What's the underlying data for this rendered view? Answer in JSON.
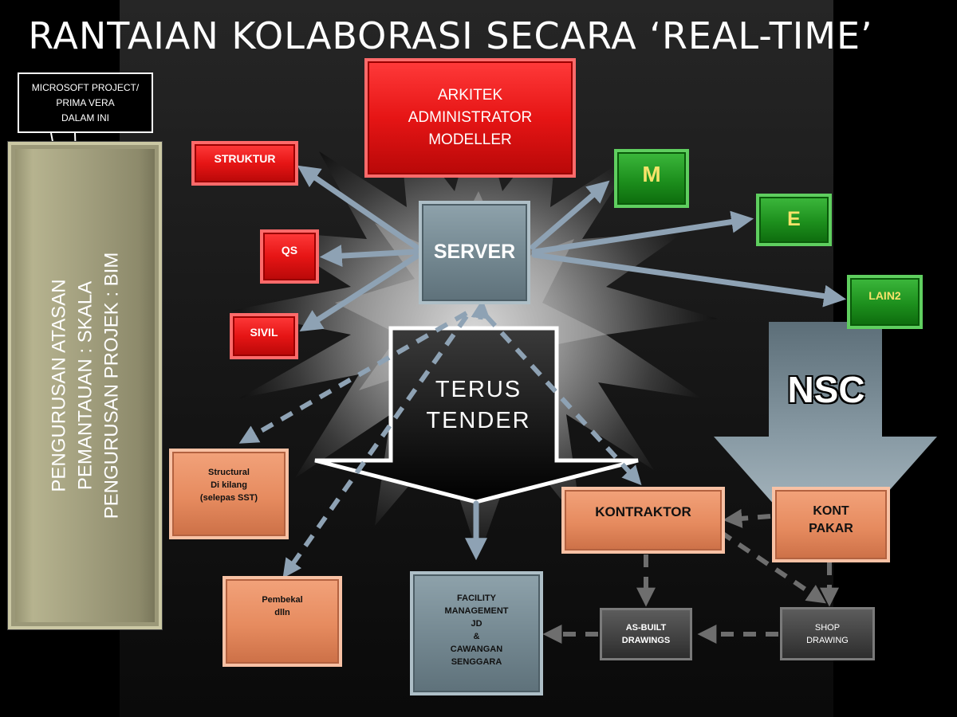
{
  "title": "RANTAIAN KOLABORASI SECARA ‘REAL-TIME’",
  "callout": {
    "lines": [
      "MICROSOFT PROJECT/",
      "PRIMA VERA",
      "DALAM INI"
    ]
  },
  "left_bar": {
    "lines": [
      "PENGURUSAN ATASAN",
      "PEMANTAUAN : SKALA",
      "PENGURUSAN PROJEK : BIM"
    ]
  },
  "nodes": {
    "arkitek": [
      "ARKITEK",
      "ADMINISTRATOR",
      "MODELLER"
    ],
    "struktur": "STRUKTUR",
    "qs": "QS",
    "sivil": "SIVIL",
    "server": "SERVER",
    "m": "M",
    "e": "E",
    "lain2": "LAIN2",
    "nsc": "NSC",
    "tender": [
      "TERUS",
      "TENDER"
    ],
    "structural": [
      "Structural",
      "Di kilang",
      "(selepas SST)"
    ],
    "kontraktor": "KONTRAKTOR",
    "kont_pakar": [
      "KONT",
      "PAKAR"
    ],
    "pembekal": [
      "Pembekal",
      "dlln"
    ],
    "facility": [
      "FACILITY",
      "MANAGEMENT",
      "JD",
      "&",
      "CAWANGAN",
      "SENGGARA"
    ],
    "as_built": [
      "AS-BUILT",
      "DRAWINGS"
    ],
    "shop": [
      "SHOP",
      "DRAWING"
    ]
  },
  "colors": {
    "red": "#e61515",
    "green": "#1d8f1d",
    "orange": "#e68b5f",
    "slate": "#738790",
    "arrow": "#8ea2b4"
  }
}
